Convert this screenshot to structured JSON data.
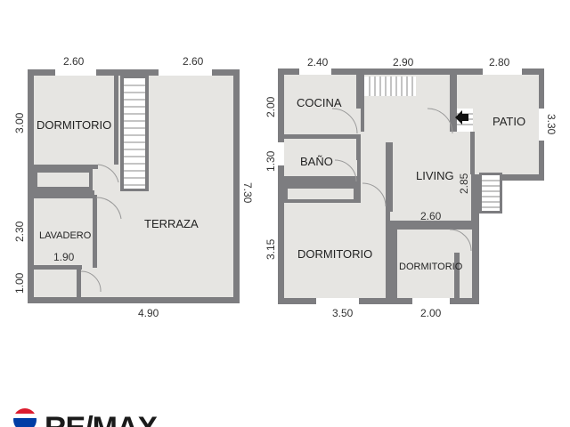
{
  "rooms": {
    "dormitorio_top": "DORMITORIO",
    "lavadero": "LAVADERO",
    "terraza": "TERRAZA",
    "cocina": "COCINA",
    "bano": "BAÑO",
    "living": "LIVING",
    "patio": "PATIO",
    "dormitorio_bottom_left": "DORMITORIO",
    "dormitorio_bottom_right": "DORMITORIO"
  },
  "dimensions": {
    "left_top_a": "2.60",
    "left_top_b": "2.60",
    "left_side_a": "3.00",
    "left_side_b": "2.30",
    "left_side_c": "1.00",
    "left_right": "7.30",
    "lavadero_width": "1.90",
    "left_bottom": "4.90",
    "right_top_a": "2.40",
    "right_top_b": "2.90",
    "right_top_c": "2.80",
    "right_side_a": "2.00",
    "right_side_b": "1.30",
    "right_side_c": "3.15",
    "patio_height": "3.30",
    "living_height": "2.85",
    "living_width": "2.60",
    "right_bottom_a": "3.50",
    "right_bottom_b": "2.00"
  },
  "brand": {
    "logo_text": "RE/MAX",
    "colors": {
      "red": "#dc1c2e",
      "blue": "#003da5",
      "wall": "#7d7d80",
      "floor": "#e6e5e2"
    }
  }
}
